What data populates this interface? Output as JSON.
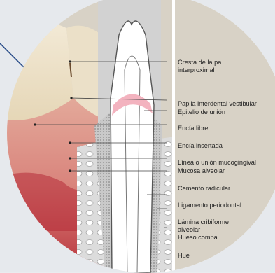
{
  "labels": {
    "cresta_1": "Cresta de la pa",
    "cresta_2": "interproximal",
    "papila": "Papila interdental vestibular",
    "epitelio": "Epitelio de unión",
    "encia_libre": "Encía libre",
    "encia_insertada": "Encía insertada",
    "linea": "Línea o unión mucogingival",
    "mucosa": "Mucosa alveolar",
    "cemento": "Cemento radicular",
    "ligamento": "Ligamento periodontal",
    "lamina_1": "Lámina cribiforme",
    "lamina_2": "alveolar",
    "hueso_compacto": "Hueso compa",
    "hueso_last": "Hue"
  },
  "colors": {
    "gum": "#d9847c",
    "mucosa": "#b8323b",
    "enamel": "#efe4cf",
    "pointer": "#2d4f8a"
  }
}
